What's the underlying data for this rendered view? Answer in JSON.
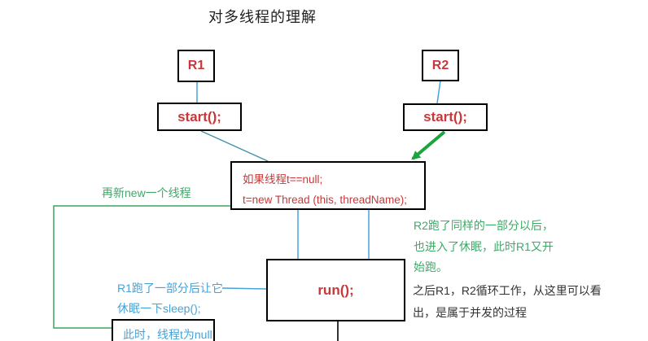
{
  "title": "对多线程的理解",
  "colors": {
    "node_text_red": "#c8383a",
    "annotation_green": "#3fa968",
    "arrow_green": "#1ea43c",
    "line_blue": "#45a3d9",
    "line_teal": "#3e93a8",
    "text_black": "#333333",
    "box_border": "#000000"
  },
  "nodes": {
    "r1": {
      "label": "R1"
    },
    "r2": {
      "label": "R2"
    },
    "start_left": {
      "label": "start();"
    },
    "start_right": {
      "label": "start();"
    },
    "condition": {
      "line1": "如果线程t==null;",
      "line2": "t=new Thread (this, threadName);"
    },
    "run": {
      "label": "run();"
    },
    "t_null": {
      "label": "此时，线程t为null"
    }
  },
  "annotations": {
    "new_thread": "再新new一个线程",
    "r1_sleep": [
      "R1跑了一部分后让它",
      "休眠一下sleep();"
    ],
    "r2_note": [
      "R2跑了同样的一部分以后，",
      "也进入了休眠，此时R1又开",
      "始跑。"
    ],
    "concurrent_note": [
      "之后R1，R2循环工作，从这里可以看",
      "出，是属于并发的过程"
    ]
  }
}
